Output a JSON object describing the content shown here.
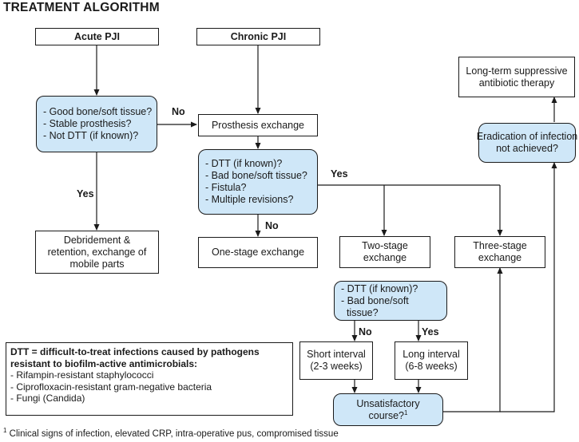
{
  "title": "TREATMENT ALGORITHM",
  "nodes": {
    "acute": "Acute PJI",
    "chronic": "Chronic PJI",
    "q1": [
      "- Good bone/soft tissue?",
      "- Stable prosthesis?",
      "- Not DTT (if known)?"
    ],
    "prosthesis_exchange": "Prosthesis exchange",
    "q2": [
      "- DTT (if known)?",
      "- Bad bone/soft tissue?",
      "- Fistula?",
      "- Multiple revisions?"
    ],
    "debridement": [
      "Debridement &",
      "retention, exchange of",
      "mobile parts"
    ],
    "one_stage": "One-stage exchange",
    "two_stage": [
      "Two-stage",
      "exchange"
    ],
    "three_stage": [
      "Three-stage",
      "exchange"
    ],
    "q3": [
      "- DTT (if known)?",
      "- Bad bone/soft",
      "  tissue?"
    ],
    "short_interval": [
      "Short interval",
      "(2-3 weeks)"
    ],
    "long_interval": [
      "Long interval",
      "(6-8 weeks)"
    ],
    "unsatisfactory": "Unsatisfactory",
    "unsatisfactory_2": "course?",
    "unsatisfactory_sup": "1",
    "eradication": [
      "Eradication of infection",
      "not achieved?"
    ],
    "suppressive": [
      "Long-term suppressive",
      "antibiotic therapy"
    ]
  },
  "edge_labels": {
    "no_1": "No",
    "yes_1": "Yes",
    "yes_2": "Yes",
    "no_2": "No",
    "no_3": "No",
    "yes_3": "Yes"
  },
  "legend": {
    "heading": [
      "DTT = difficult-to-treat infections caused by pathogens",
      "resistant to biofilm-active antimicrobials:"
    ],
    "items": [
      "- Rifampin-resistant staphylococci",
      "- Ciprofloxacin-resistant gram-negative bacteria",
      "- Fungi (Candida)"
    ]
  },
  "footnote_marker": "1",
  "footnote": "Clinical signs of infection, elevated CRP, intra-operative pus, compromised tissue",
  "colors": {
    "decision_fill": "#cfe7f8",
    "line": "#1a1a1a"
  }
}
